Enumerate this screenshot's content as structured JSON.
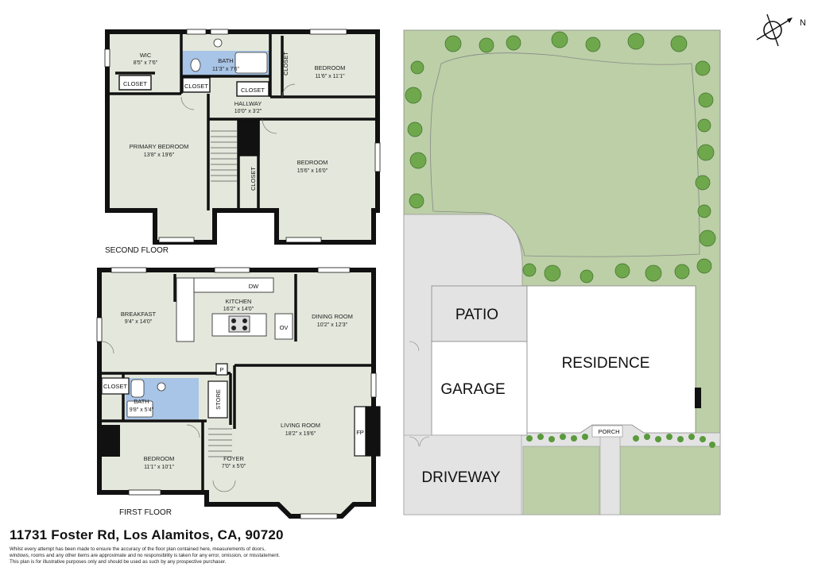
{
  "floors": {
    "second": {
      "label": "SECOND FLOOR",
      "rooms": {
        "wic": {
          "name": "WIC",
          "dims": "8'5\" x 7'6\""
        },
        "bath": {
          "name": "BATH",
          "dims": "11'3\" x 7'6\""
        },
        "bedroom_ne": {
          "name": "BEDROOM",
          "dims": "11'6\" x 11'1\""
        },
        "hallway": {
          "name": "HALLWAY",
          "dims": "10'0\" x 3'2\""
        },
        "primary": {
          "name": "PRIMARY BEDROOM",
          "dims": "13'8\" x 19'6\""
        },
        "bedroom_se": {
          "name": "BEDROOM",
          "dims": "15'6\" x 16'0\""
        }
      },
      "labels": {
        "closet": "CLOSET"
      }
    },
    "first": {
      "label": "FIRST FLOOR",
      "rooms": {
        "breakfast": {
          "name": "BREAKFAST",
          "dims": "9'4\" x 14'0\""
        },
        "kitchen": {
          "name": "KITCHEN",
          "dims": "16'2\" x 14'0\""
        },
        "dining": {
          "name": "DINING ROOM",
          "dims": "10'2\" x 12'3\""
        },
        "bath": {
          "name": "BATH",
          "dims": "9'8\" x 5'4\""
        },
        "living": {
          "name": "LIVING ROOM",
          "dims": "18'2\" x 19'6\""
        },
        "bedroom": {
          "name": "BEDROOM",
          "dims": "11'1\" x 10'1\""
        },
        "foyer": {
          "name": "FOYER",
          "dims": "7'0\" x 5'0\""
        }
      },
      "labels": {
        "closet": "CLOSET",
        "store": "STORE",
        "dw": "DW",
        "ov": "OV",
        "p": "P",
        "fp": "FP"
      }
    }
  },
  "site": {
    "patio": "PATIO",
    "garage": "GARAGE",
    "residence": "RESIDENCE",
    "driveway": "DRIVEWAY",
    "porch": "PORCH",
    "north": "N"
  },
  "address": "11731 Foster Rd, Los Alamitos, CA, 90720",
  "disclaimer": [
    "Whilst every attempt has been made to ensure the accuracy of the floor plan contained here, measurements of doors,",
    "windows, rooms and any other items are approximate and no responsibility is taken for any error, omission, or misstatement.",
    "This plan is for illustrative purposes only and should be used as such by any prospective purchaser."
  ],
  "colors": {
    "floor": "#e4e8dc",
    "wall": "#111111",
    "bath": "#a8c4e6",
    "lawn": "#bccfa7",
    "paving": "#e3e3e3",
    "tree": "#6fa84c"
  }
}
